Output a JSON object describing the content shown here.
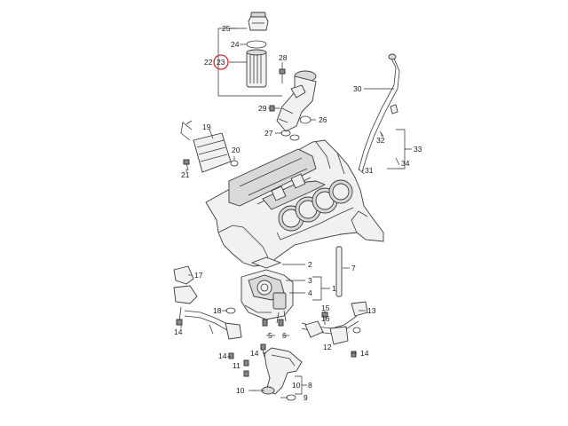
{
  "diagram": {
    "highlight_color": "#d22b2b",
    "highlighted_part": "23",
    "labels": {
      "p1": "1",
      "p2": "2",
      "p3": "3",
      "p4": "4",
      "p5": "5",
      "p6": "6",
      "p7": "7",
      "p8": "8",
      "p9": "9",
      "p10a": "10",
      "p10b": "10",
      "p11": "11",
      "p12": "12",
      "p13": "13",
      "p14a": "14",
      "p14b": "14",
      "p14c": "14",
      "p14d": "14",
      "p15": "15",
      "p16": "16",
      "p17": "17",
      "p18": "18",
      "p19": "19",
      "p20": "20",
      "p21": "21",
      "p22": "22",
      "p23": "23",
      "p24": "24",
      "p25": "25",
      "p26": "26",
      "p27": "27",
      "p28": "28",
      "p29": "29",
      "p30": "30",
      "p31": "31",
      "p32": "32",
      "p33": "33",
      "p34": "34"
    }
  }
}
